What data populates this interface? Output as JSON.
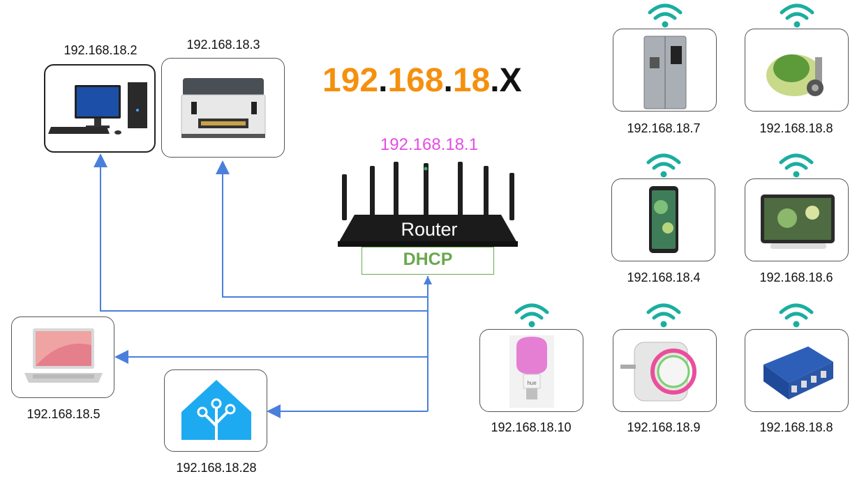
{
  "title": {
    "part1": "192",
    "dot1": ".",
    "part2": "168",
    "dot2": ".",
    "part3": "18",
    "dot3": ".",
    "part4": "X"
  },
  "router": {
    "ip": "192.168.18.1",
    "label": "Router",
    "service": "DHCP"
  },
  "wired_devices": [
    {
      "name": "desktop-computer",
      "ip": "192.168.18.2"
    },
    {
      "name": "printer",
      "ip": "192.168.18.3"
    },
    {
      "name": "laptop",
      "ip": "192.168.18.5"
    },
    {
      "name": "home-assistant",
      "ip": "192.168.18.28"
    }
  ],
  "wifi_devices": [
    {
      "name": "refrigerator",
      "ip": "192.168.18.7"
    },
    {
      "name": "lawn-robot",
      "ip": "192.168.18.8"
    },
    {
      "name": "smartphone",
      "ip": "192.168.18.4"
    },
    {
      "name": "tablet",
      "ip": "192.168.18.6"
    },
    {
      "name": "smart-bulb",
      "ip": "192.168.18.10"
    },
    {
      "name": "smart-plug",
      "ip": "192.168.18.9"
    },
    {
      "name": "relay-module",
      "ip": "192.168.18.8"
    }
  ],
  "bulb_brand_text": "hue",
  "colors": {
    "accent_orange": "#f5900f",
    "router_ip_magenta": "#e64be6",
    "dhcp_green": "#6aa84f",
    "link_blue": "#4a7fdc",
    "wifi_teal": "#1aaea0"
  }
}
